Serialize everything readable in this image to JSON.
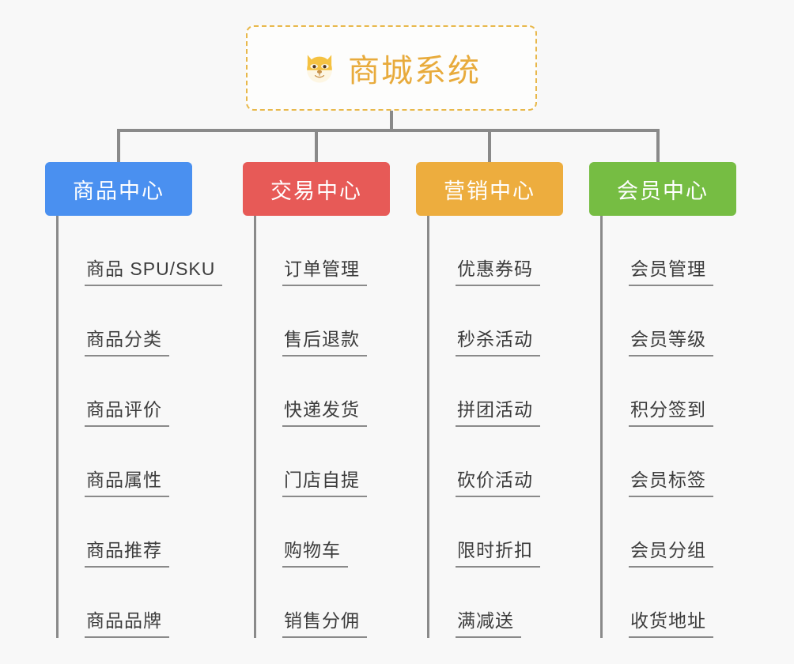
{
  "root": {
    "icon": "dog-face-icon",
    "title": "商城系统"
  },
  "theme": {
    "background": "#f8f8f8",
    "root_border": "#e8b84b",
    "root_text": "#e8ab3c",
    "connector": "#8a8a8a",
    "leaf_text": "#3c3c3c"
  },
  "columns": [
    {
      "label": "商品中心",
      "color": "#4a90f0",
      "items": [
        "商品 SPU/SKU",
        "商品分类",
        "商品评价",
        "商品属性",
        "商品推荐",
        "商品品牌"
      ]
    },
    {
      "label": "交易中心",
      "color": "#e75a57",
      "items": [
        "订单管理",
        "售后退款",
        "快递发货",
        "门店自提",
        "购物车",
        "销售分佣"
      ]
    },
    {
      "label": "营销中心",
      "color": "#edad3e",
      "items": [
        "优惠券码",
        "秒杀活动",
        "拼团活动",
        "砍价活动",
        "限时折扣",
        "满减送"
      ]
    },
    {
      "label": "会员中心",
      "color": "#76bd43",
      "items": [
        "会员管理",
        "会员等级",
        "积分签到",
        "会员标签",
        "会员分组",
        "收货地址"
      ]
    }
  ]
}
